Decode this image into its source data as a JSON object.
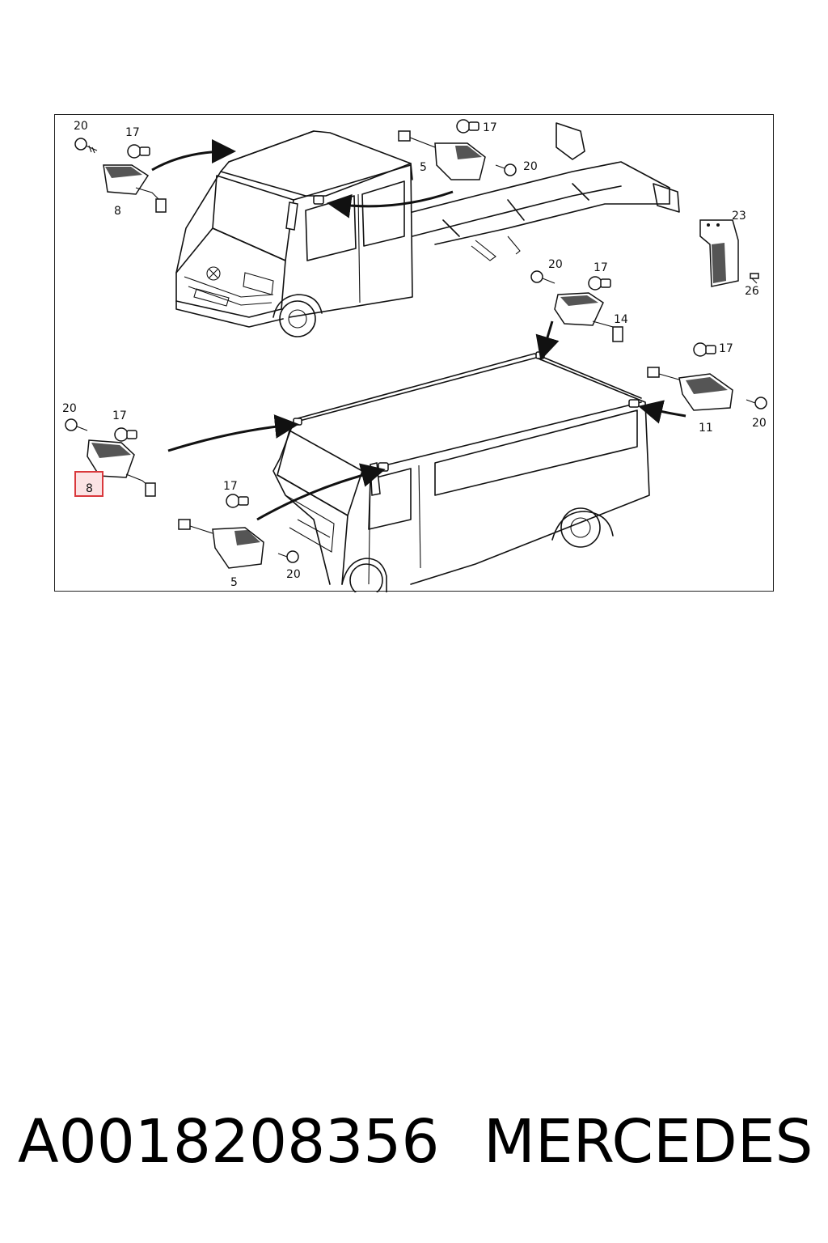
{
  "callouts": {
    "tl_screw": "20",
    "tl_bulb": "17",
    "tl_lamp": "8",
    "tc_bulb": "17",
    "tc_lamp": "5",
    "tc_screw": "20",
    "tr_bracket": "23",
    "tr_pin": "26",
    "m_screw": "20",
    "m_bulb": "17",
    "m_lamp": "14",
    "mr_bulb": "17",
    "mr_lamp": "11",
    "mr_screw": "20",
    "bl_screw": "20",
    "bl_bulb": "17",
    "bl_lamp_highlighted": "8",
    "bc_bulb": "17",
    "bc_lamp": "5",
    "bc_screw": "20"
  },
  "highlight_color": "#d9383c",
  "caption": {
    "part_number": "A0018208356",
    "brand": "MERCEDES"
  }
}
